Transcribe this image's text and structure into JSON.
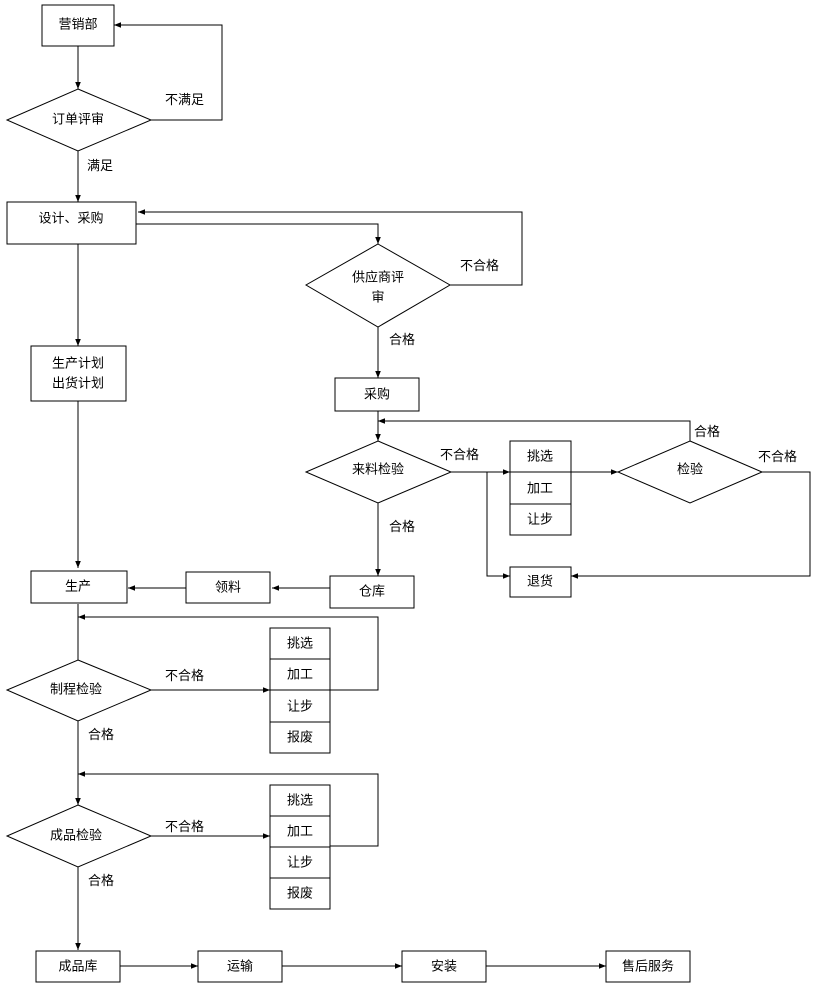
{
  "flowchart": {
    "nodes": {
      "marketing": "营销部",
      "order_review": "订单评审",
      "design_purchase": "设计、采购",
      "supplier_review_l1": "供应商评",
      "supplier_review_l2": "审",
      "plan_l1": "生产计划",
      "plan_l2": "出货计划",
      "purchase": "采购",
      "incoming_inspection": "来料检验",
      "incoming_options": [
        "挑选",
        "加工",
        "让步"
      ],
      "recheck": "检验",
      "return_goods": "退货",
      "warehouse": "仓库",
      "material_pick": "领料",
      "production": "生产",
      "process_inspection": "制程检验",
      "process_options": [
        "挑选",
        "加工",
        "让步",
        "报废"
      ],
      "finished_inspection": "成品检验",
      "finished_options": [
        "挑选",
        "加工",
        "让步",
        "报废"
      ],
      "finished_warehouse": "成品库",
      "transport": "运输",
      "install": "安装",
      "after_sales": "售后服务"
    },
    "edge_labels": {
      "not_satisfied": "不满足",
      "satisfied": "满足",
      "fail_supplier": "不合格",
      "pass_supplier": "合格",
      "fail_incoming": "不合格",
      "pass_incoming": "合格",
      "pass_recheck": "合格",
      "fail_recheck": "不合格",
      "fail_process": "不合格",
      "pass_process": "合格",
      "fail_finished": "不合格",
      "pass_finished": "合格"
    }
  }
}
